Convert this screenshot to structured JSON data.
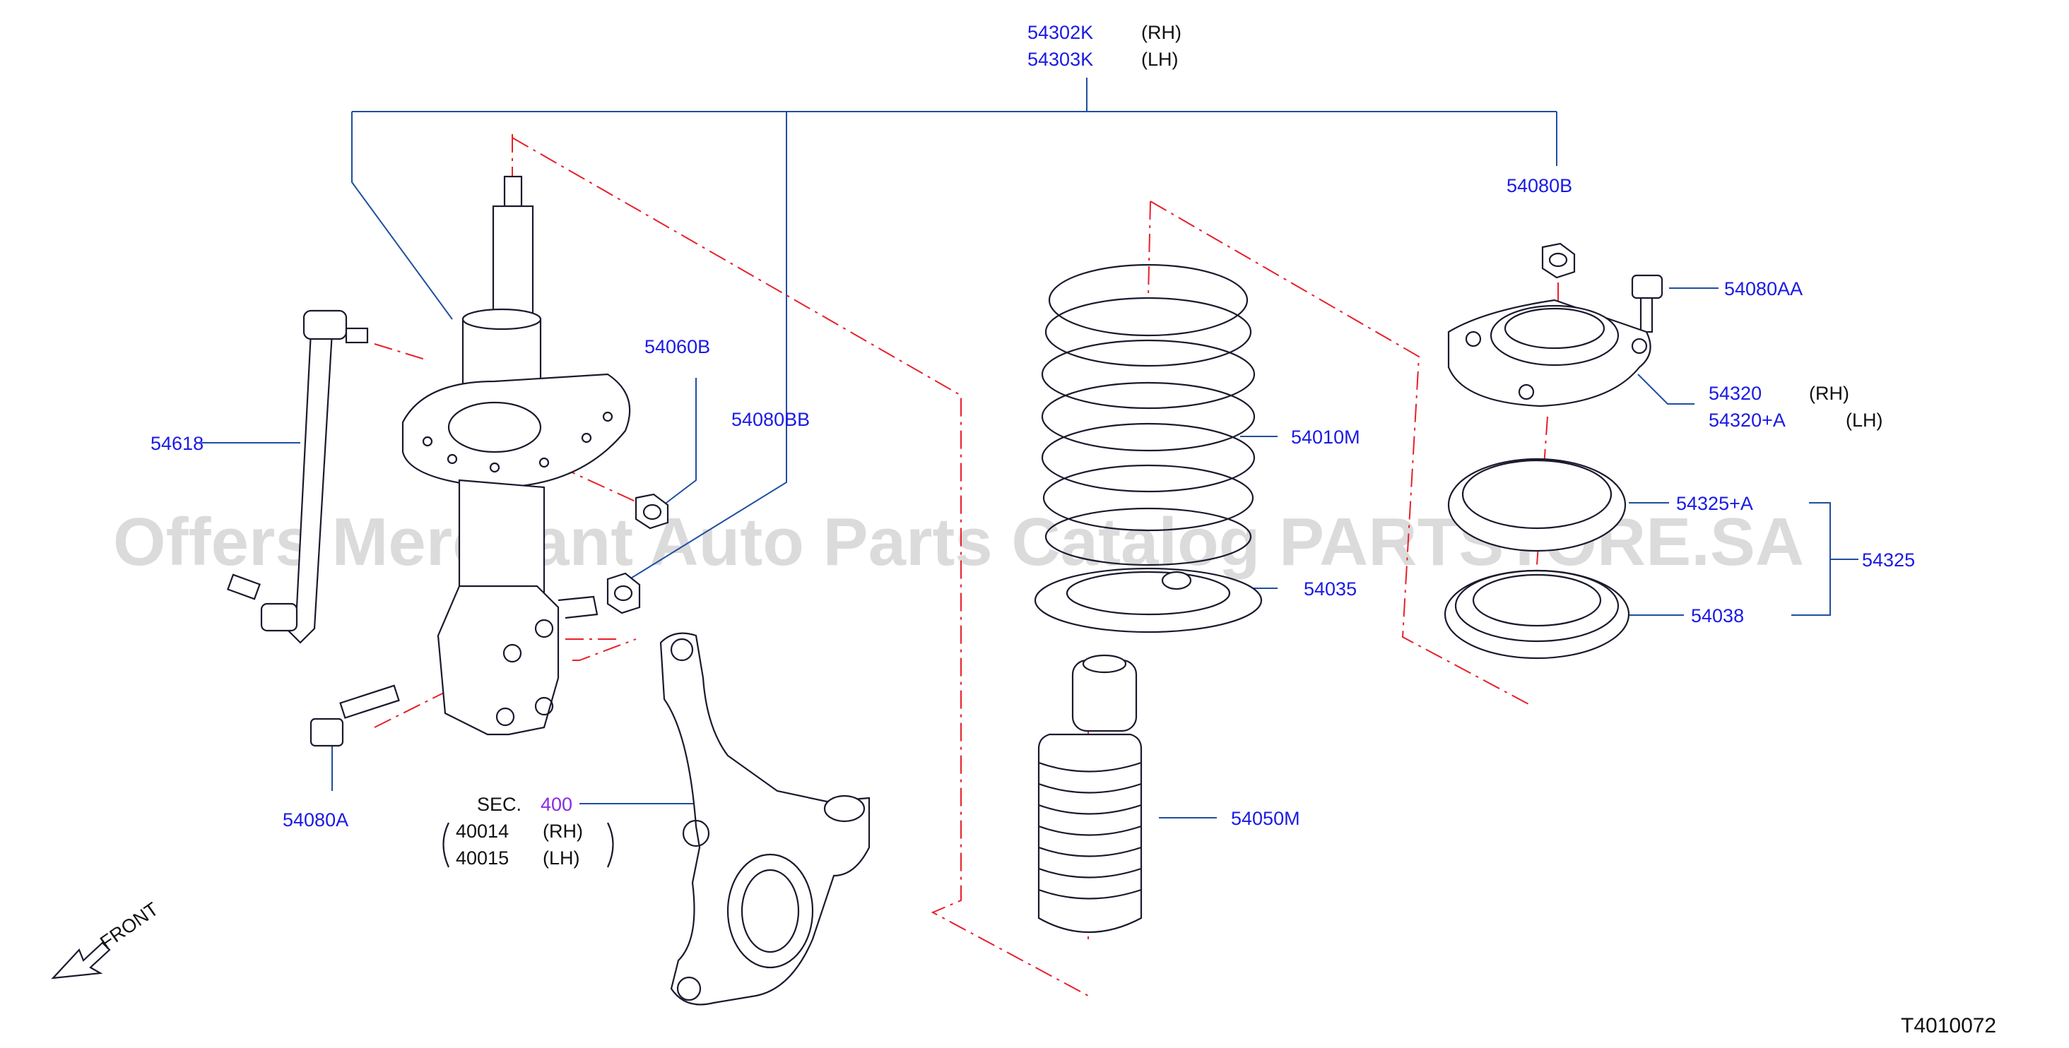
{
  "diagram": {
    "watermark": "Offers Merchant Auto Parts Catalog PARTSTORE.SA",
    "figure_code": "T4010072",
    "front_label": "FRONT",
    "labels": {
      "strut_rh": "54302K",
      "strut_rh_side": "(RH)",
      "strut_lh": "54303K",
      "strut_lh_side": "(LH)",
      "nut_top": "54080B",
      "bolt_mount": "54080AA",
      "mount_rh": "54320",
      "mount_rh_side": "(RH)",
      "mount_lh": "54320+A",
      "mount_lh_side": "(LH)",
      "bearing_seat": "54325+A",
      "bearing_kit": "54325",
      "bearing": "54038",
      "nut_link": "54060B",
      "nut_bb": "54080BB",
      "stabilizer_link": "54618",
      "spring": "54010M",
      "spring_seat": "54035",
      "bound_bumper": "54050M",
      "bolt_lower": "54080A",
      "sec_prefix": "SEC.",
      "sec_number": "400",
      "knuckle_rh": "40014",
      "knuckle_rh_side": "(RH)",
      "knuckle_lh": "40015",
      "knuckle_lh_side": "(LH)"
    }
  }
}
